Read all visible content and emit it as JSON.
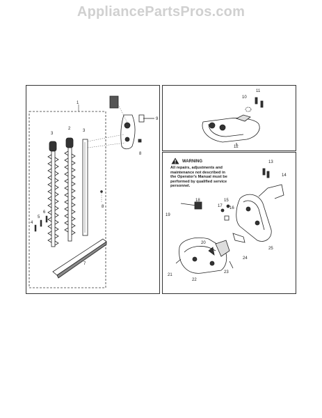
{
  "header": {
    "watermark": "AppliancePartsPros.com"
  },
  "warning": {
    "title": "WARNING",
    "lines": [
      "All repairs, adjustments and",
      "maintenance not described in",
      "the Operator's Manual must be",
      "performed by qualified service",
      "personnel."
    ]
  },
  "callouts": {
    "left": [
      "1",
      "2",
      "3",
      "3",
      "4",
      "5",
      "6",
      "7",
      "8",
      "8",
      "9"
    ],
    "top_right": [
      "10",
      "11",
      "12"
    ],
    "bottom_right": [
      "13",
      "14",
      "15",
      "16",
      "17",
      "18",
      "19",
      "20",
      "21",
      "22",
      "23",
      "24",
      "25"
    ]
  }
}
